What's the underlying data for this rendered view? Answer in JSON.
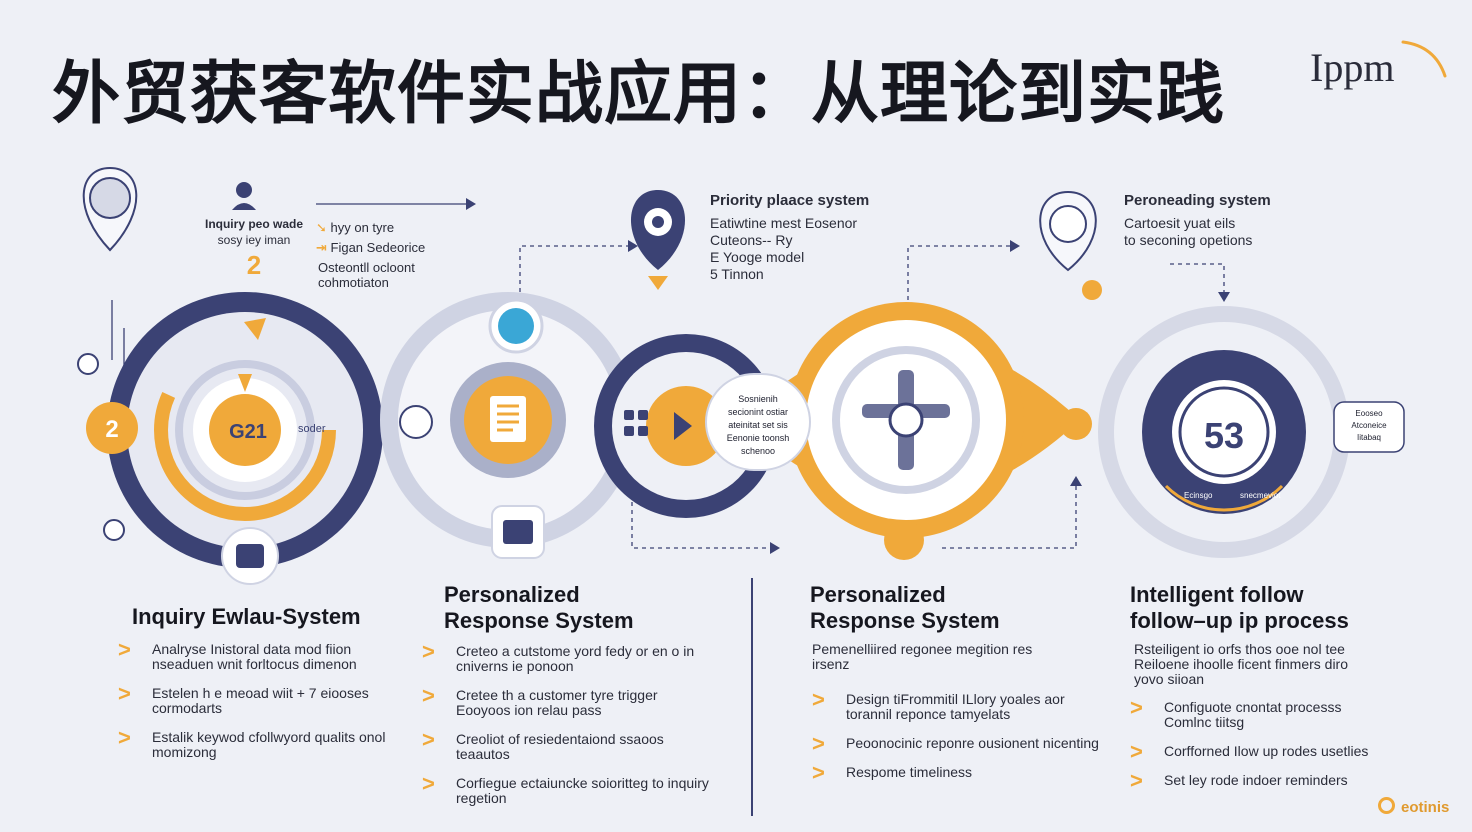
{
  "page": {
    "title": "外贸获客软件实战应用：从理论到实践",
    "logo_text": "Ippm",
    "footer_text": "eotinis"
  },
  "colors": {
    "navy": "#3b4274",
    "orange": "#f0a93a",
    "light_gray": "#d6d9e6",
    "white": "#ffffff",
    "teal": "#3aa7d6"
  },
  "callouts": {
    "top_left": {
      "line1": "Inquiry peo wade",
      "line2": "sosy iey iman",
      "number": "2",
      "bullet1": "hyy on tyre",
      "bullet2": "Figan Sedeorice",
      "note1": "Osteontll ocloont",
      "note2": "cohmotiaton"
    },
    "priority": {
      "heading": "Priority plaace system",
      "line1": "Eatiwtine mest Eosenor",
      "line2": "Cuteons-- Ry",
      "line3": "E Yooge model",
      "line4": "5 Tinnon"
    },
    "personeading": {
      "heading": "Peroneading system",
      "line1": "Cartoesit yuat eils",
      "line2": "to seconing opetions"
    },
    "center_bubble": {
      "line1": "Sosnienih",
      "line2": "secionint ostiar",
      "line3": "ateinitat set sis",
      "line4": "Eenonie toonsh",
      "line5": "schenoo"
    },
    "right_bubble": {
      "line1": "Eooseo",
      "line2": "Atconeice",
      "line3": "Iitabaq"
    }
  },
  "hubs": {
    "hub1": {
      "number": "G21",
      "side_label": "soder",
      "badge": "2"
    },
    "hub5": {
      "number": "53",
      "label_left": "Ecinsgo",
      "label_right": "snecmeviot"
    }
  },
  "sections": [
    {
      "title_line1": "Inquiry Ewlau-System",
      "title_line2": "",
      "desc": "",
      "bullets": [
        "Analryse Inistoral data mod fiion nseaduen wnit forltocus dimenon",
        "Estelen h e meoad wiit + 7 eiooses cormodarts",
        "Estalik keywod cfollwyord qualits onol momizong"
      ]
    },
    {
      "title_line1": "Personalized",
      "title_line2": "Response System",
      "desc": "",
      "bullets": [
        "Creteo a cutstome yord fedy or en o in cniverns ie ponoon",
        "Cretee th a customer tyre trigger Eooyoos ion relau pass",
        "Creoliot of resiedentaiond ssaoos teaautos",
        "Corfiegue ectaiuncke soioritteg to inquiry regetion"
      ]
    },
    {
      "title_line1": "Personalized",
      "title_line2": "Response System",
      "desc": "Pemenelliired regonee megition res irsenz",
      "bullets": [
        "Design tiFrommitil ILlory yoales aor torannil reponce tamyelats",
        "Peoonocinic reponre ousionent nicenting",
        "Respome timeliness"
      ]
    },
    {
      "title_line1": "Intelligent follow",
      "title_line2": "follow–up ip process",
      "desc": "Rsteiligent io orfs thos ooe nol tee Reiloene ihoolle ficent finmers diro yovo siioan",
      "bullets": [
        "Configuote cnontat processs Comlnc tiitsg",
        "Corfforned Ilow up rodes usetlies",
        "Set ley rode indoer reminders"
      ]
    }
  ]
}
